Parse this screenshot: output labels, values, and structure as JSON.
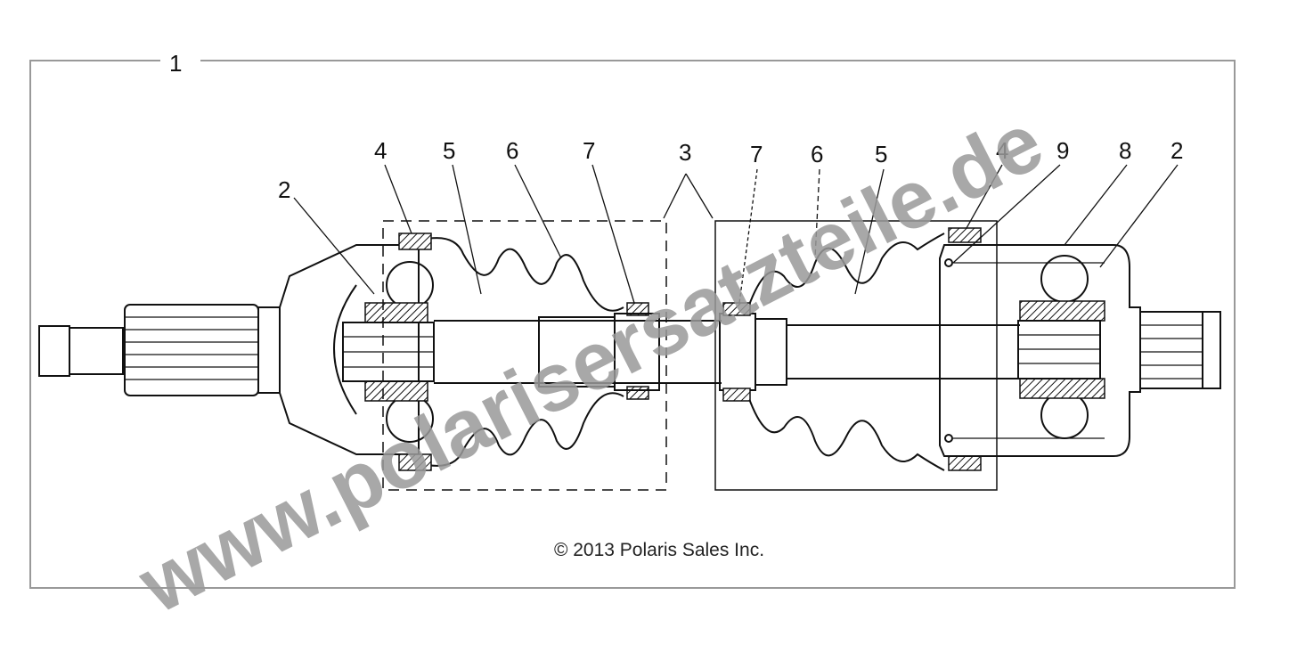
{
  "callouts": {
    "frame": "1",
    "left": [
      "2",
      "4",
      "5",
      "6",
      "7"
    ],
    "center": "3",
    "right": [
      "7",
      "6",
      "5",
      "4",
      "9",
      "8",
      "2"
    ]
  },
  "copyright": "© 2013 Polaris Sales Inc.",
  "watermark": "www.polarisersatzteile.de",
  "colors": {
    "line": "#111111",
    "watermark": "#9a9a9a",
    "frame": "#999999"
  }
}
